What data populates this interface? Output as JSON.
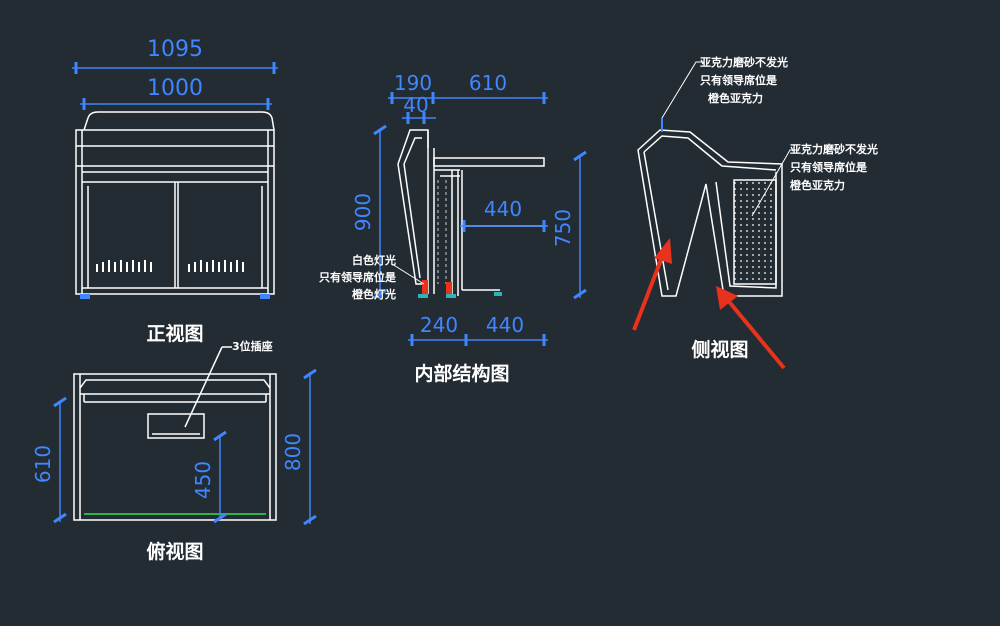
{
  "front_view": {
    "title": "正视图",
    "dim_overall": "1095",
    "dim_inner": "1000"
  },
  "top_view": {
    "title": "俯视图",
    "dim_depth_left": "610",
    "dim_depth_right": "800",
    "dim_450": "450",
    "socket_label": "3位插座"
  },
  "section_view": {
    "title": "内部结构图",
    "dim_190": "190",
    "dim_610": "610",
    "dim_40": "40",
    "dim_900": "900",
    "dim_440_mid": "440",
    "dim_750": "750",
    "dim_240": "240",
    "dim_440_bottom": "440",
    "light_note_1": "白色灯光",
    "light_note_2": "只有领导席位是",
    "light_note_3": "橙色灯光"
  },
  "side_view": {
    "title": "侧视图",
    "note_a_1": "亚克力磨砂不发光",
    "note_a_2": "只有领导席位是",
    "note_a_3": "橙色亚克力",
    "note_b_1": "亚克力磨砂不发光",
    "note_b_2": "只有领导席位是",
    "note_b_3": "橙色亚克力"
  },
  "colors": {
    "background": "#232b33",
    "line": "#ffffff",
    "dimension": "#3f86ff",
    "arrow": "#e8321e",
    "accent_green": "#2db34a"
  }
}
